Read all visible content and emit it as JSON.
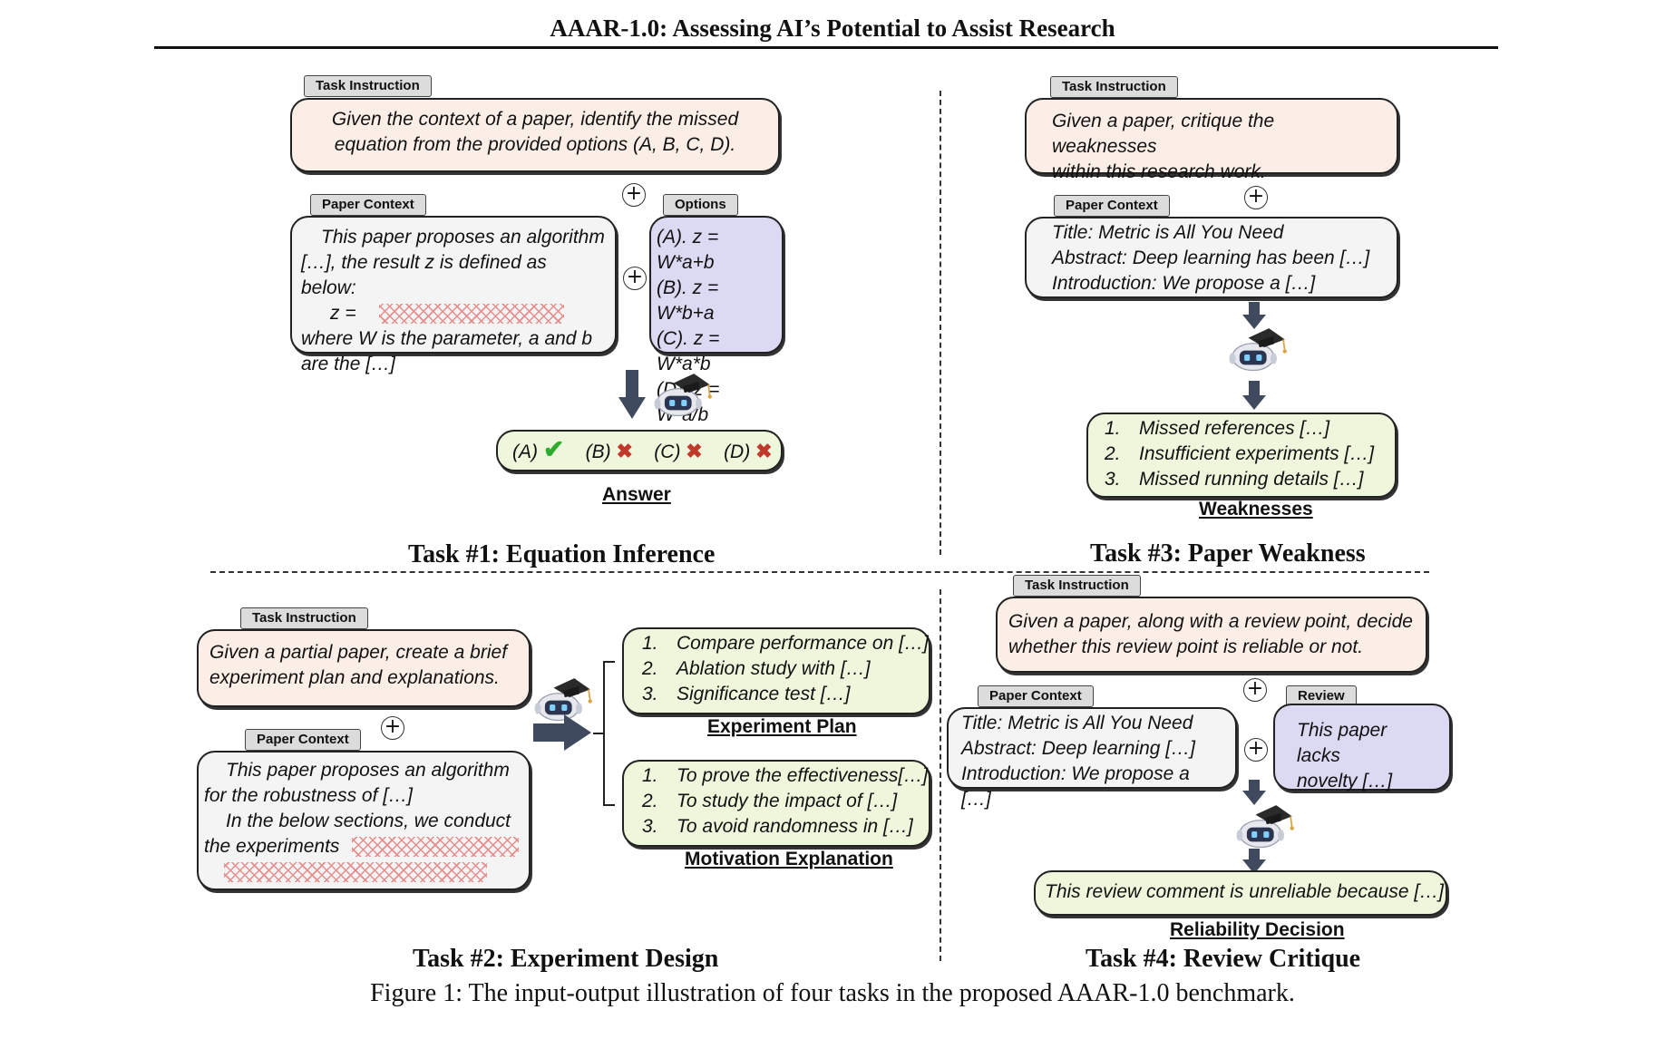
{
  "header": "AAAR-1.0: Assessing AI’s Potential to Assist Research",
  "caption": "Figure 1: The input-output illustration of four tasks in the proposed AAAR-1.0 benchmark.",
  "tags": {
    "task_instruction": "Task Instruction",
    "paper_context": "Paper Context",
    "options": "Options",
    "review": "Review"
  },
  "task1": {
    "title": "Task #1: Equation Inference",
    "instruction": [
      "Given the context of a paper, identify the missed",
      "equation from the provided options (A, B, C, D)."
    ],
    "context": [
      "This paper proposes an algorithm",
      "[…], the result z is defined as below:",
      "z =",
      "where W is the parameter, a and b",
      "are the […]"
    ],
    "options": [
      "(A). z = W*a+b",
      "(B). z = W*b+a",
      "(C). z = W*a*b",
      "(D). z = W*a/b"
    ],
    "answers": [
      "(A)",
      "(B)",
      "(C)",
      "(D)"
    ],
    "answer_label": "Answer",
    "correct_mark": "✔",
    "wrong_mark": "✖"
  },
  "task2": {
    "title": "Task #2: Experiment Design",
    "instruction": [
      "Given a partial paper, create a brief",
      "experiment plan and explanations."
    ],
    "context": [
      "This paper proposes an algorithm",
      "for the robustness of  […]",
      "In the below sections, we conduct",
      "the experiments"
    ],
    "plan": [
      {
        "num": "1.",
        "text": "Compare performance on […]"
      },
      {
        "num": "2.",
        "text": "Ablation study with […]"
      },
      {
        "num": "3.",
        "text": "Significance test […]"
      }
    ],
    "plan_label": "Experiment Plan",
    "motivation": [
      {
        "num": "1.",
        "text": "To prove the effectiveness[…]"
      },
      {
        "num": "2.",
        "text": "To study the impact of […]"
      },
      {
        "num": "3.",
        "text": "To avoid randomness in […]"
      }
    ],
    "motivation_label": "Motivation Explanation"
  },
  "task3": {
    "title": "Task #3: Paper Weakness",
    "instruction": [
      "Given a paper, critique the weaknesses",
      "within this research work."
    ],
    "context": [
      "Title: Metric is All You Need",
      "Abstract: Deep learning has been […]",
      "Introduction: We propose a […]"
    ],
    "weaknesses": [
      {
        "num": "1.",
        "text": "Missed references […]"
      },
      {
        "num": "2.",
        "text": "Insufficient experiments […]"
      },
      {
        "num": "3.",
        "text": "Missed running details […]"
      }
    ],
    "weakness_label": "Weaknesses"
  },
  "task4": {
    "title": "Task #4: Review Critique",
    "instruction": [
      "Given a paper, along with a review point, decide",
      "whether this review point is reliable or not."
    ],
    "context": [
      "Title: Metric is All You Need",
      "Abstract: Deep learning […]",
      "Introduction: We propose a […]"
    ],
    "review": [
      "This paper lacks",
      "novelty […]"
    ],
    "decision": "This review comment is unreliable because […]",
    "decision_label": "Reliability Decision"
  },
  "plus_symbol": "+",
  "colors": {
    "instruction_fill": "#fbeee6",
    "context_fill": "#f3f4f3",
    "options_fill": "#dcd9f2",
    "output_fill": "#eef7dc",
    "arrow": "#3f4a5e",
    "hatch": "#e58c8c"
  }
}
